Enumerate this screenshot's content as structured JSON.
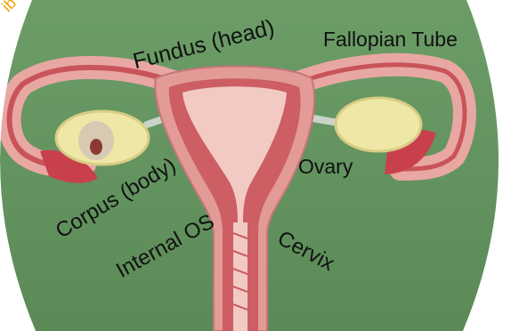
{
  "labels": {
    "fundus": "Fundus (head)",
    "fallopian_tube": "Fallopian Tube",
    "ovary": "Ovary",
    "corpus": "Corpus (body)",
    "internal_os": "Internal OS",
    "cervix": "Cervix"
  },
  "watermark": "ib",
  "colors": {
    "background_green": "#62945e",
    "tissue_pink": "#e8a7a2",
    "muscle_red": "#c8545a",
    "ovary_yellow": "#efe7a6",
    "label_text": "#111111"
  }
}
